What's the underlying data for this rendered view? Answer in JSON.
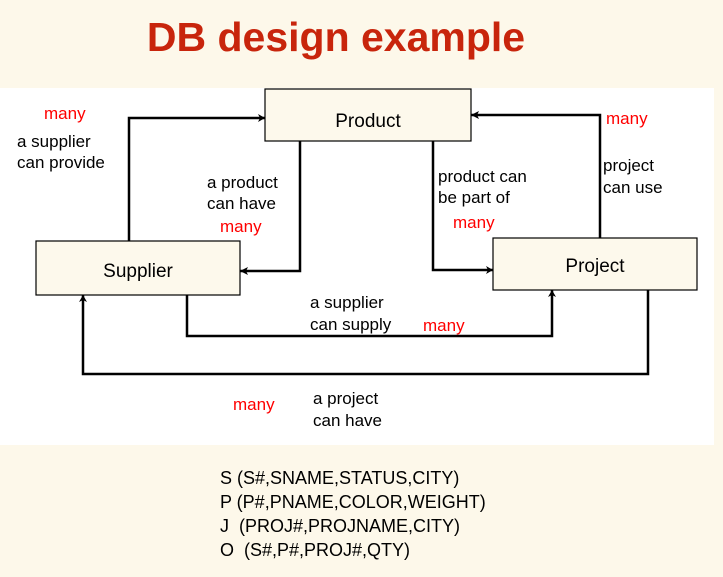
{
  "title": "DB design example",
  "entities": {
    "product": "Product",
    "supplier": "Supplier",
    "project": "Project"
  },
  "relationships": {
    "supplier_product": {
      "line1": "a supplier",
      "line2": "can provide",
      "cardinality": "many"
    },
    "product_supplier": {
      "line1": "a product",
      "line2": "can have",
      "cardinality": "many"
    },
    "product_project": {
      "line1": "product can",
      "line2": "be part of",
      "cardinality": "many"
    },
    "project_product": {
      "line1": "project",
      "line2": "can use",
      "cardinality": "many"
    },
    "supplier_project": {
      "line1": "a supplier",
      "line2": "can supply",
      "cardinality": "many"
    },
    "project_supplier": {
      "line1": "a project",
      "line2": "can have",
      "cardinality": "many"
    }
  },
  "schema": [
    "S (S#,SNAME,STATUS,CITY)",
    "P (P#,PNAME,COLOR,WEIGHT)",
    "J  (PROJ#,PROJNAME,CITY)",
    "O  (S#,P#,PROJ#,QTY)"
  ]
}
